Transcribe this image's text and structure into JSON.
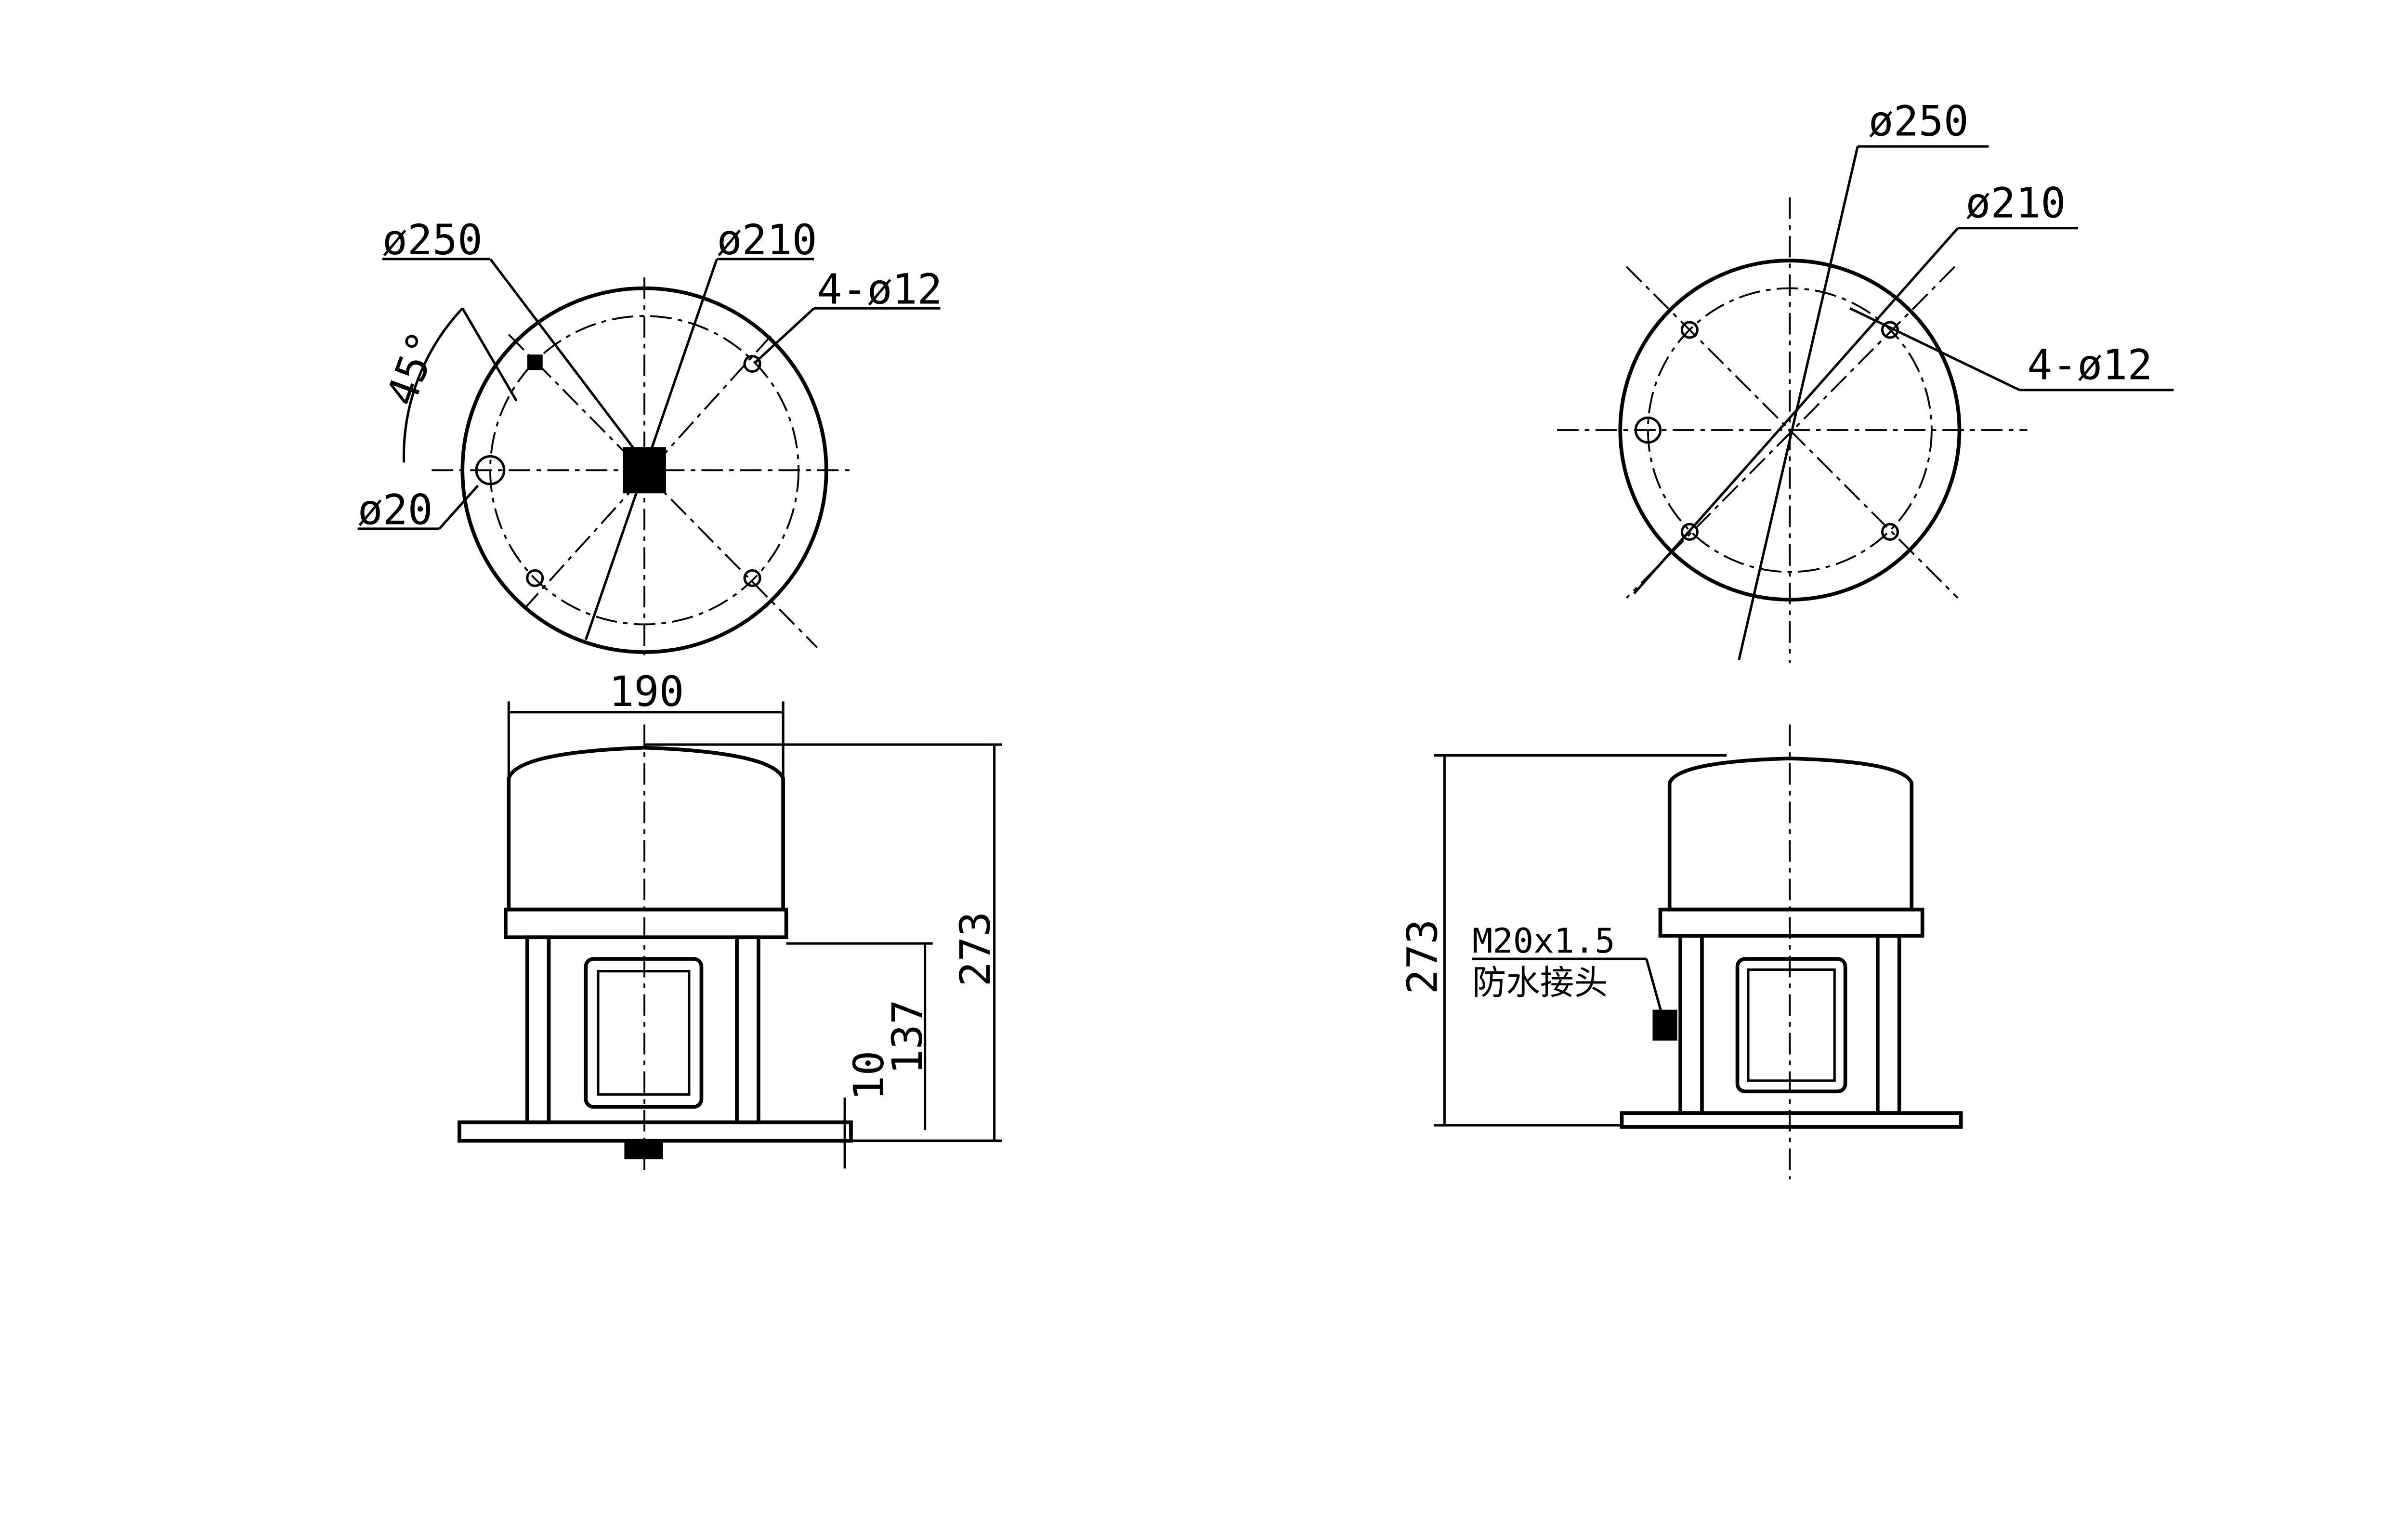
{
  "left_top_view": {
    "outer_diameter": "ø250",
    "bolt_circle": "ø210",
    "holes": "4-ø12",
    "angle": "45°",
    "cable_hole": "ø20"
  },
  "left_side_view": {
    "width": "190",
    "height": "273",
    "base_height": "137",
    "plate": "10"
  },
  "right_top_view": {
    "outer_diameter": "ø250",
    "bolt_circle": "ø210",
    "holes": "4-ø12"
  },
  "right_side_view": {
    "height": "273",
    "thread": "M20x1.5",
    "connector": "防水接头"
  }
}
